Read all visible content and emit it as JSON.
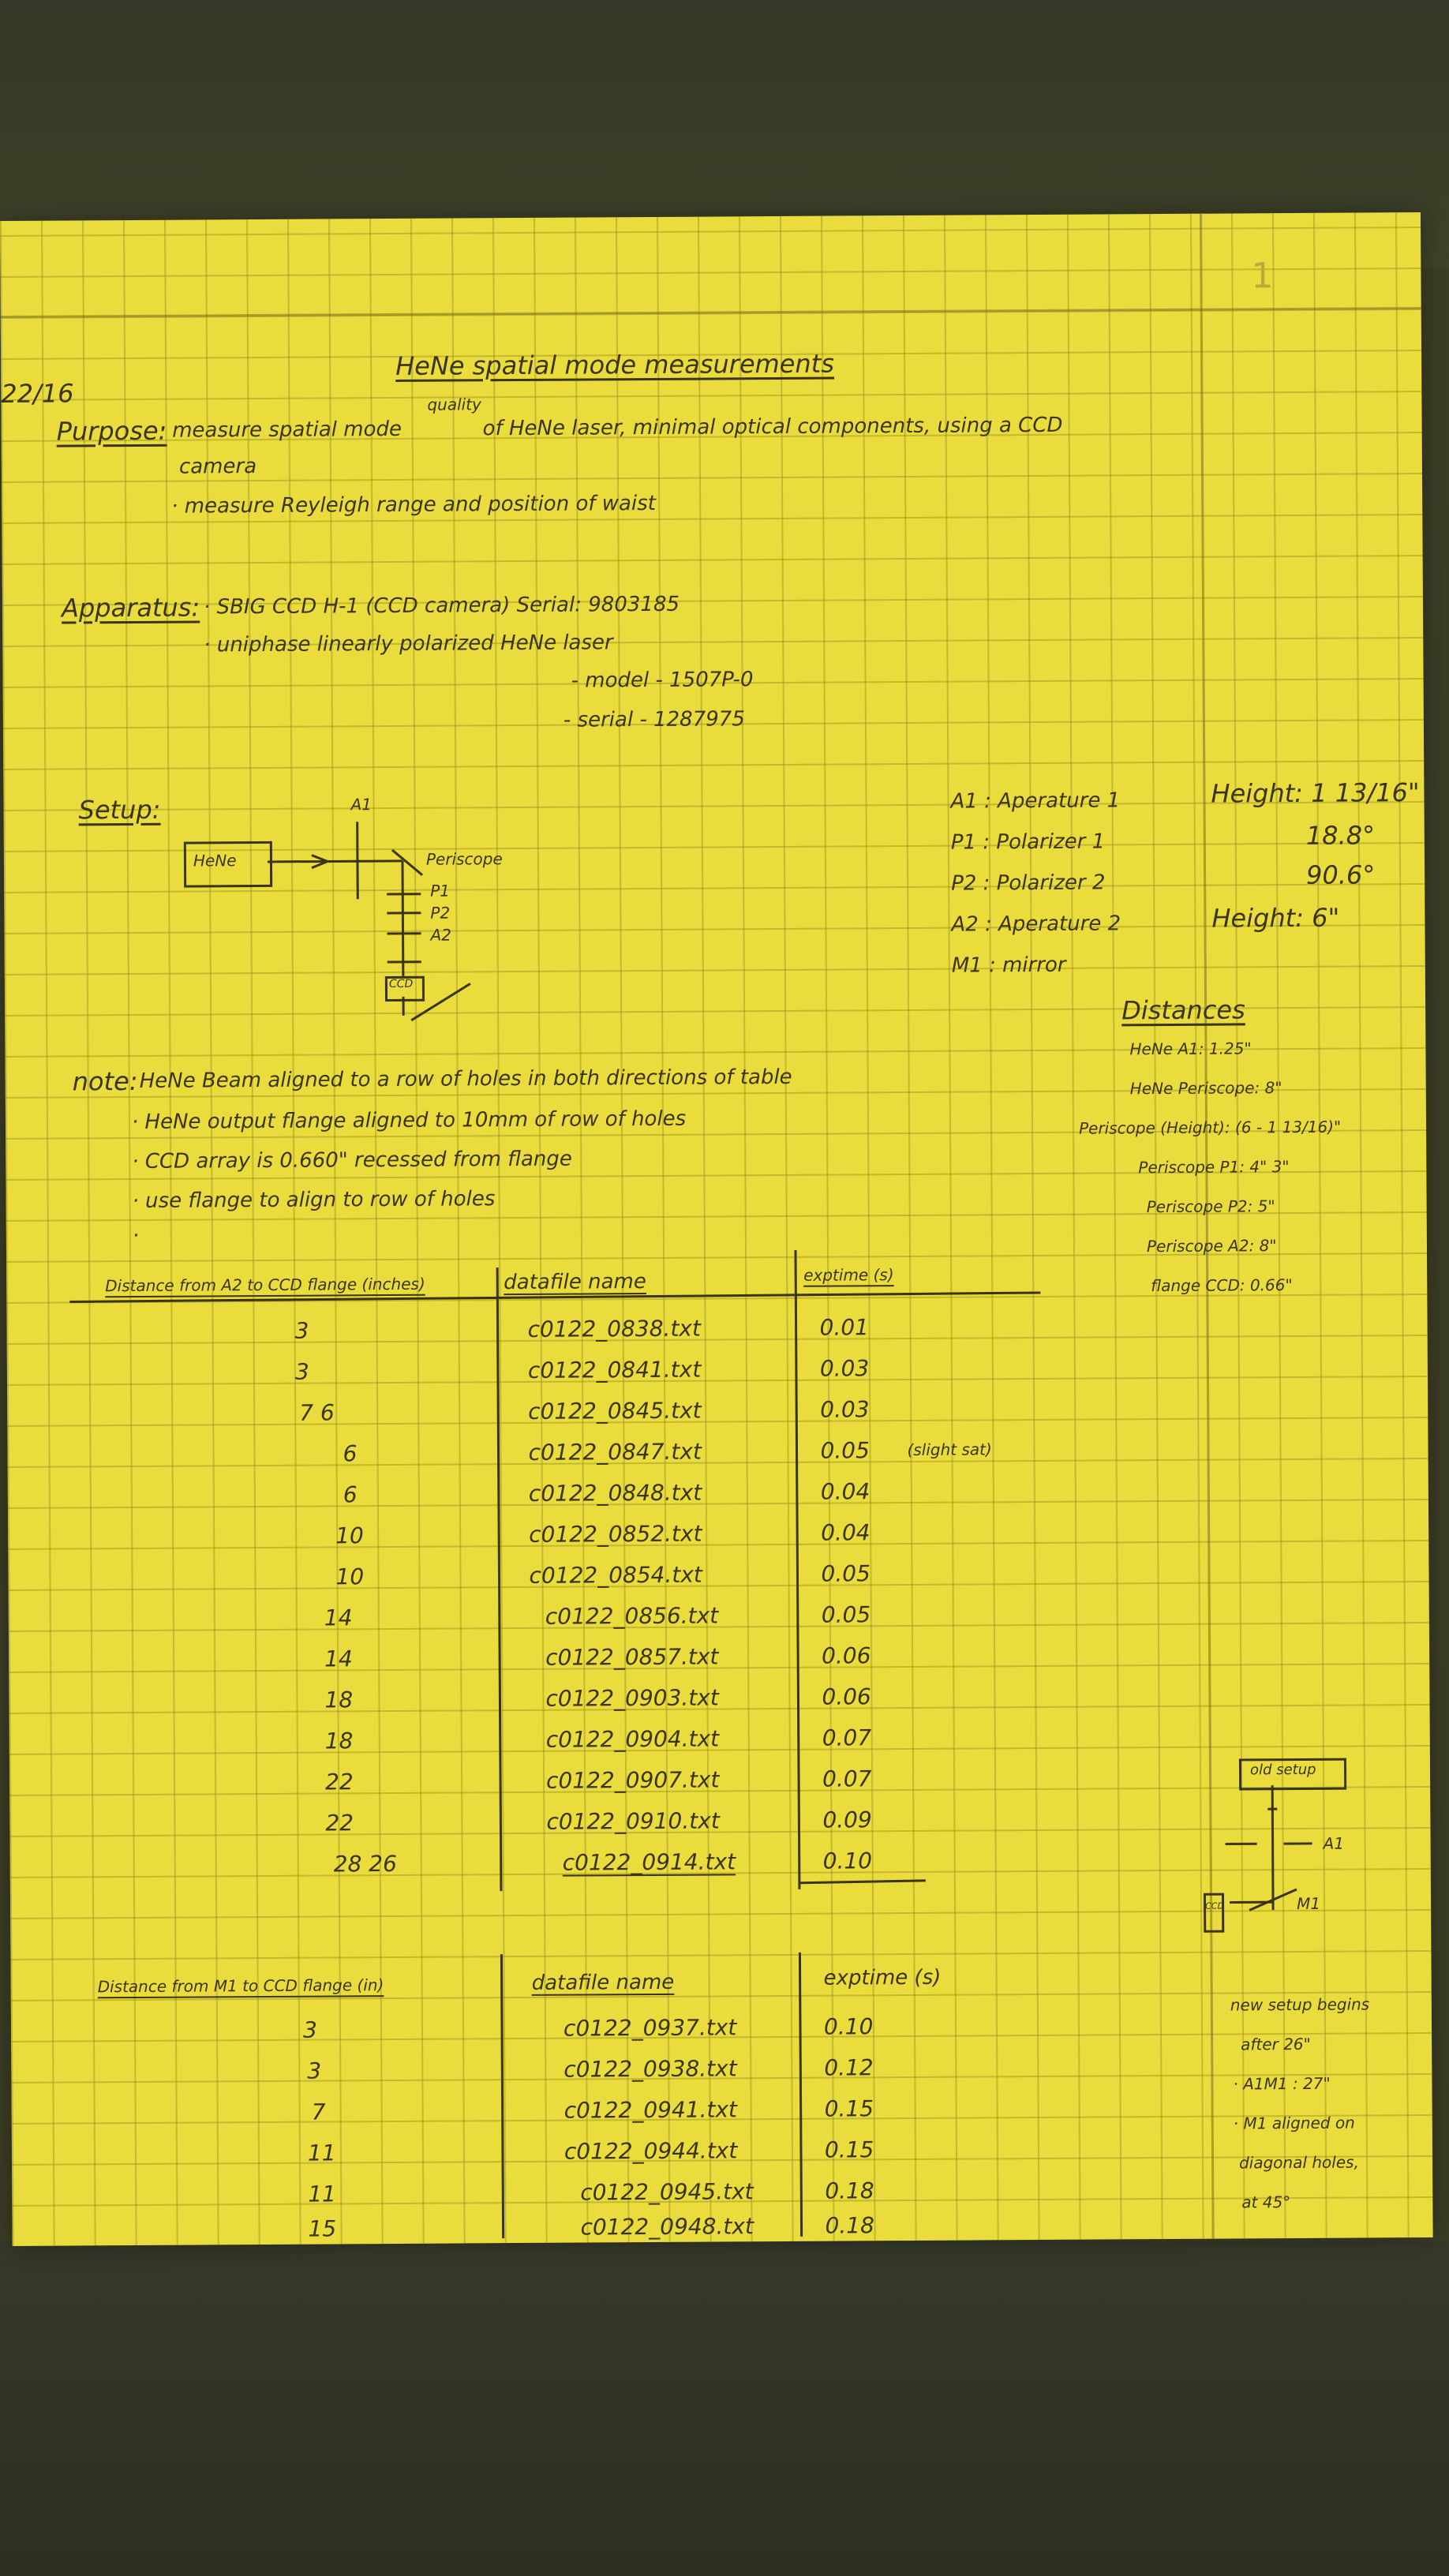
{
  "page_number": "1",
  "date": "22/16",
  "title": "HeNe spatial mode measurements",
  "purpose": {
    "label": "Purpose:",
    "line1": "· measure spatial mode",
    "insert": "quality",
    "line1b": "of HeNe laser, minimal optical components, using a CCD",
    "line2": "camera",
    "line3": "· measure Reyleigh range and position of waist"
  },
  "apparatus": {
    "label": "Apparatus:",
    "line1": "· SBIG CCD H-1 (CCD camera) Serial: 9803185",
    "line2": "· uniphase linearly polarized HeNe laser",
    "line3": "- model - 1507P-0",
    "line4": "- serial - 1287975"
  },
  "setup": {
    "label": "Setup:",
    "diagram": {
      "laser": "HeNe",
      "a1": "A1",
      "periscope": "Periscope",
      "p1": "P1",
      "p2": "P2",
      "a2": "A2",
      "ccd": "CCD"
    },
    "legend": [
      "A1 : Aperature 1",
      "P1 : Polarizer 1",
      "P2 : Polarizer 2",
      "A2 : Aperature 2",
      "M1 : mirror"
    ],
    "heights": [
      "Height: 1 13/16\"",
      "18.8°",
      "90.6°",
      "Height: 6\""
    ]
  },
  "distances": {
    "label": "Distances",
    "items": [
      "HeNe A1: 1.25\"",
      "HeNe Periscope: 8\"",
      "Periscope (Height): (6 - 1 13/16)\"",
      "Periscope P1: 4\" 3\"",
      "Periscope P2: 5\"",
      "Periscope A2: 8\"",
      "flange CCD: 0.66\""
    ]
  },
  "notes": {
    "label": "note:",
    "line1": "HeNe Beam aligned to a row of holes in both directions of table",
    "line2": "· HeNe output flange aligned to 10mm of row of holes",
    "line3": "· CCD array is 0.660\" recessed from flange",
    "line4": "· use flange to align to row of holes",
    "line5": "·"
  },
  "table1": {
    "headers": [
      "Distance from A2 to CCD flange (inches)",
      "datafile name",
      "exptime (s)"
    ],
    "rows": [
      [
        "3",
        "c0122_0838.txt",
        "0.01"
      ],
      [
        "3",
        "c0122_0841.txt",
        "0.03"
      ],
      [
        "7 6",
        "c0122_0845.txt",
        "0.03"
      ],
      [
        "6",
        "c0122_0847.txt",
        "0.05"
      ],
      [
        "6",
        "c0122_0848.txt",
        "0.04"
      ],
      [
        "10",
        "c0122_0852.txt",
        "0.04"
      ],
      [
        "10",
        "c0122_0854.txt",
        "0.05"
      ],
      [
        "14",
        "c0122_0856.txt",
        "0.05"
      ],
      [
        "14",
        "c0122_0857.txt",
        "0.06"
      ],
      [
        "18",
        "c0122_0903.txt",
        "0.06"
      ],
      [
        "18",
        "c0122_0904.txt",
        "0.07"
      ],
      [
        "22",
        "c0122_0907.txt",
        "0.07"
      ],
      [
        "22",
        "c0122_0910.txt",
        "0.09"
      ],
      [
        "28 26",
        "c0122_0914.txt",
        "0.10"
      ]
    ],
    "note": "(slight sat)"
  },
  "table2": {
    "headers": [
      "Distance from M1 to CCD flange (in)",
      "datafile name",
      "exptime (s)"
    ],
    "rows": [
      [
        "3",
        "c0122_0937.txt",
        "0.10"
      ],
      [
        "3",
        "c0122_0938.txt",
        "0.12"
      ],
      [
        "7",
        "c0122_0941.txt",
        "0.15"
      ],
      [
        "11",
        "c0122_0944.txt",
        "0.15"
      ],
      [
        "11",
        "c0122_0945.txt",
        "0.18"
      ],
      [
        "15",
        "c0122_0948.txt",
        "0.18"
      ]
    ]
  },
  "old_setup": {
    "label": "old setup",
    "a1": "A1",
    "m1": "M1",
    "ccd": "CCD"
  },
  "side_notes": [
    "new setup begins",
    "after 26\"",
    "· A1M1 : 27\"",
    "· M1 aligned on",
    "diagonal holes,",
    "at 45°"
  ]
}
